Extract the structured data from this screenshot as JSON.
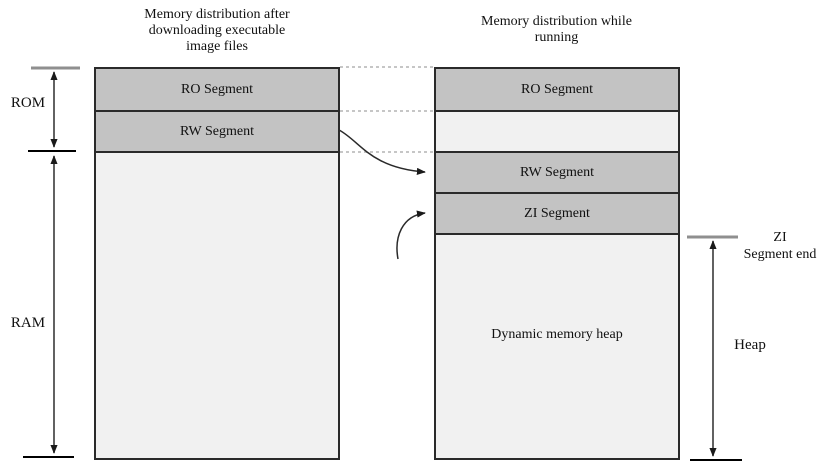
{
  "left_title": {
    "lines": [
      "Memory distribution after",
      "downloading executable",
      "image files"
    ]
  },
  "right_title": {
    "lines": [
      "Memory distribution while",
      "running"
    ]
  },
  "left_box": {
    "ro_label": "RO Segment",
    "rw_label": "RW Segment"
  },
  "right_box": {
    "ro_label": "RO Segment",
    "rw_label": "RW Segment",
    "zi_label": "ZI Segment",
    "heap_label": "Dynamic memory heap"
  },
  "side_labels": {
    "rom": "ROM",
    "ram": "RAM",
    "zi_end_lines": [
      "ZI",
      "Segment end"
    ],
    "heap": "Heap"
  },
  "colors": {
    "seg-fill": "#c3c3c3",
    "light-fill": "#f1f1f1",
    "border-col": "#2a2a2a",
    "dash-col": "#c6c6c6",
    "bar-gray": "#8f8f8f",
    "bar-black": "#000000",
    "arrow-col": "#3a3a3a",
    "text-col": "#101010"
  }
}
